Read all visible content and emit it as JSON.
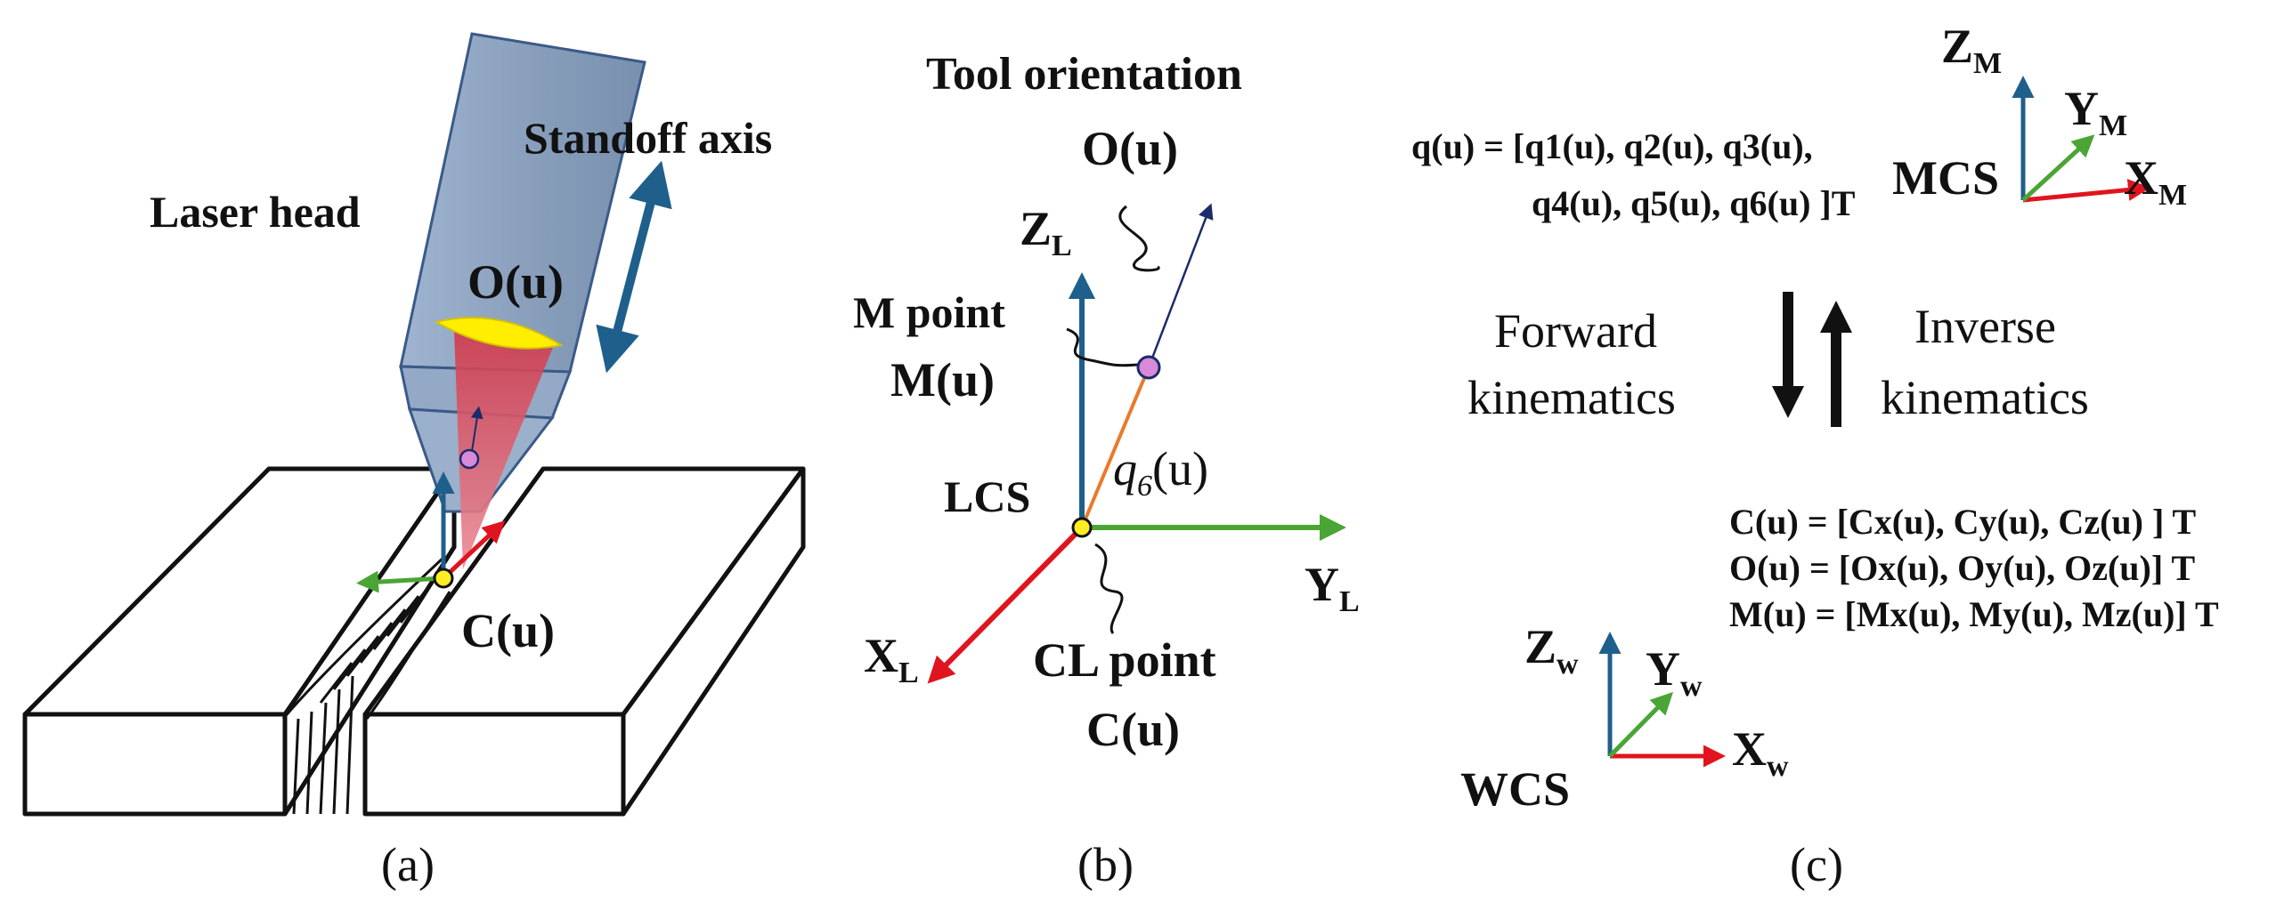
{
  "colors": {
    "blue_axis": "#1f5f8b",
    "red_axis": "#e0141e",
    "green_axis": "#4aa534",
    "orange_link": "#e87b2a",
    "head_fill": "#8aa3c2",
    "beam": "#d84a5a",
    "focus": "#ffee00",
    "cl_point": "#ffee22",
    "m_point": "#d88ad8"
  },
  "panel_a": {
    "caption": "(a)",
    "laser_head": "Laser head",
    "standoff_axis": "Standoff axis",
    "o_label": "O(u)",
    "c_label": "C(u)"
  },
  "panel_b": {
    "caption": "(b)",
    "tool_orientation": "Tool orientation",
    "o_label": "O(u)",
    "z_axis": "Z",
    "z_sub": "L",
    "m_point": "M point",
    "m_label": "M(u)",
    "lcs": "LCS",
    "q6": "q",
    "q6_sub": "6",
    "q6_arg": "(u)",
    "y_axis": "Y",
    "y_sub": "L",
    "x_axis": "X",
    "x_sub": "L",
    "cl_point": "CL point",
    "c_label": "C(u)"
  },
  "panel_c": {
    "caption": "(c)",
    "q_line1": "q(u) = [q1(u), q2(u), q3(u),",
    "q_line2": "q4(u), q5(u), q6(u) ]T",
    "mcs": "MCS",
    "zm": "Z",
    "zm_sub": "M",
    "ym": "Y",
    "ym_sub": "M",
    "xm": "X",
    "xm_sub": "M",
    "forward_1": "Forward",
    "forward_2": "kinematics",
    "inverse_1": "Inverse",
    "inverse_2": "kinematics",
    "c_eq": "C(u) = [Cx(u), Cy(u), Cz(u) ] T",
    "o_eq": "O(u) = [Ox(u), Oy(u), Oz(u)] T",
    "m_eq": "M(u) = [Mx(u), My(u), Mz(u)] T",
    "wcs": "WCS",
    "zw": "Z",
    "zw_sub": "w",
    "yw": "Y",
    "yw_sub": "w",
    "xw": "X",
    "xw_sub": "w"
  }
}
